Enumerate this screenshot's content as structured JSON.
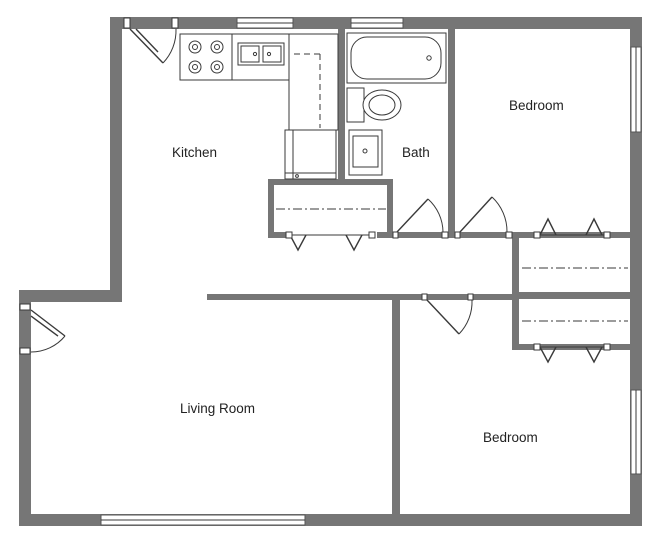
{
  "rooms": {
    "kitchen": "Kitchen",
    "bath": "Bath",
    "bedroom_1": "Bedroom",
    "bedroom_2": "Bedroom",
    "living_room": "Living Room"
  },
  "colors": {
    "wall": "#767676",
    "line": "#3a3a3a",
    "background": "#ffffff"
  }
}
